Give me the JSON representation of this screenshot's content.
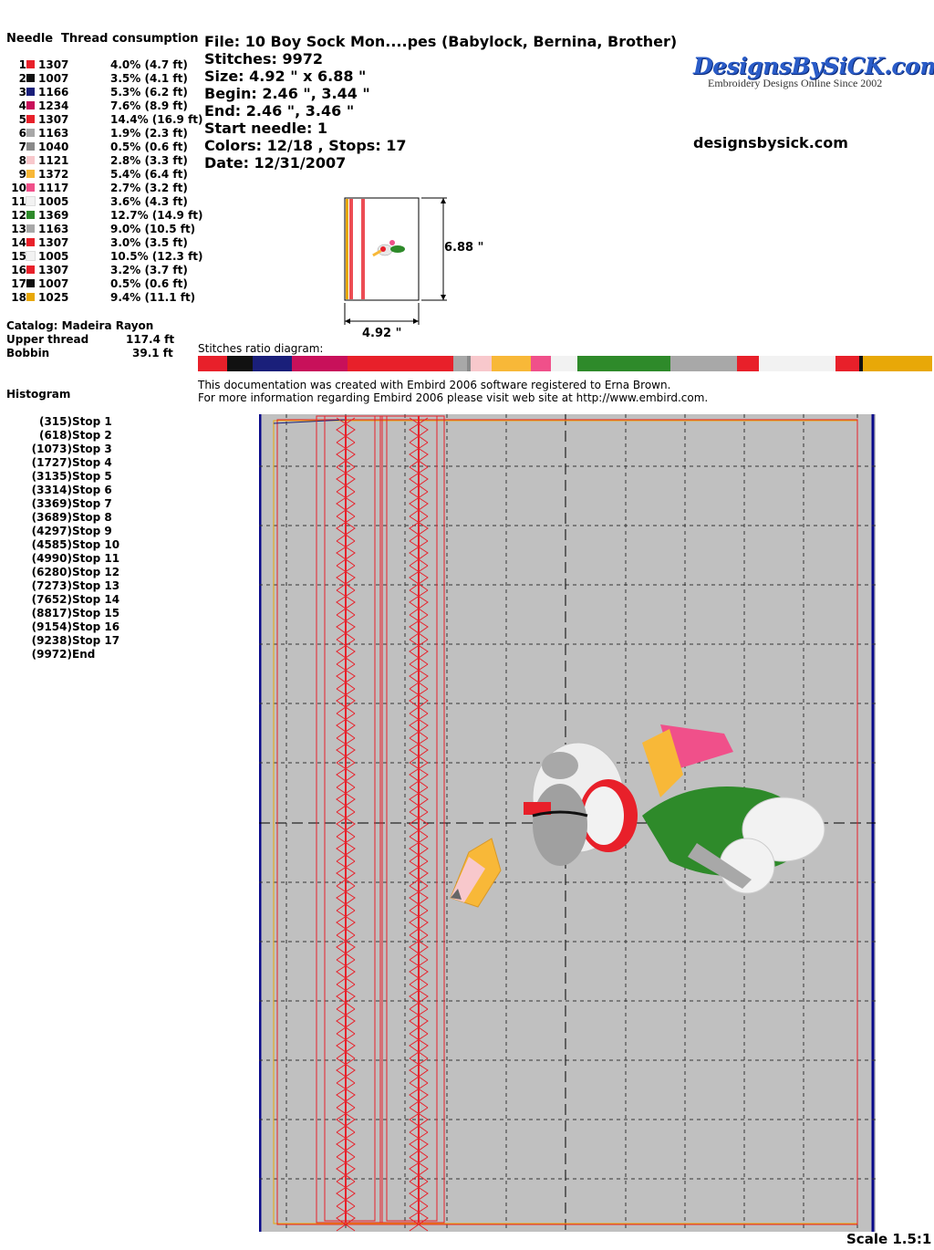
{
  "needles": {
    "header_needle": "Needle",
    "header_consumption": "Thread consumption",
    "rows": [
      {
        "n": "1",
        "color": "#e8202a",
        "code": "1307",
        "pct": "4.0% (4.7 ft)"
      },
      {
        "n": "2",
        "color": "#111111",
        "code": "1007",
        "pct": "3.5% (4.1 ft)"
      },
      {
        "n": "3",
        "color": "#1a1f7a",
        "code": "1166",
        "pct": "5.3% (6.2 ft)"
      },
      {
        "n": "4",
        "color": "#c8105a",
        "code": "1234",
        "pct": "7.6% (8.9 ft)"
      },
      {
        "n": "5",
        "color": "#e8202a",
        "code": "1307",
        "pct": "14.4% (16.9 ft)"
      },
      {
        "n": "6",
        "color": "#a8a8a8",
        "code": "1163",
        "pct": "1.9% (2.3 ft)"
      },
      {
        "n": "7",
        "color": "#8a8a8a",
        "code": "1040",
        "pct": "0.5% (0.6 ft)"
      },
      {
        "n": "8",
        "color": "#f8c8cc",
        "code": "1121",
        "pct": "2.8% (3.3 ft)"
      },
      {
        "n": "9",
        "color": "#f8b838",
        "code": "1372",
        "pct": "5.4% (6.4 ft)"
      },
      {
        "n": "10",
        "color": "#f0508a",
        "code": "1117",
        "pct": "2.7% (3.2 ft)"
      },
      {
        "n": "11",
        "color": "#f2f2f2",
        "code": "1005",
        "pct": "3.6% (4.3 ft)"
      },
      {
        "n": "12",
        "color": "#2e8a2a",
        "code": "1369",
        "pct": "12.7% (14.9 ft)"
      },
      {
        "n": "13",
        "color": "#a8a8a8",
        "code": "1163",
        "pct": "9.0% (10.5 ft)"
      },
      {
        "n": "14",
        "color": "#e8202a",
        "code": "1307",
        "pct": "3.0% (3.5 ft)"
      },
      {
        "n": "15",
        "color": "#f2f2f2",
        "code": "1005",
        "pct": "10.5% (12.3 ft)"
      },
      {
        "n": "16",
        "color": "#e8202a",
        "code": "1307",
        "pct": "3.2% (3.7 ft)"
      },
      {
        "n": "17",
        "color": "#111111",
        "code": "1007",
        "pct": "0.5% (0.6 ft)"
      },
      {
        "n": "18",
        "color": "#e8a808",
        "code": "1025",
        "pct": "9.4% (11.1 ft)"
      }
    ],
    "catalog": "Catalog: Madeira Rayon",
    "upper_label": "Upper thread",
    "upper_value": "117.4 ft",
    "bobbin_label": "Bobbin",
    "bobbin_value": "39.1 ft"
  },
  "info": {
    "file": "File: 10 Boy Sock Mon....pes  (Babylock, Bernina, Brother)",
    "stitches": "Stitches: 9972",
    "size": "Size: 4.92 \" x 6.88 \"",
    "begin": "Begin: 2.46 \", 3.44 \"",
    "end": "End: 2.46 \", 3.46 \"",
    "start_needle": "Start needle: 1",
    "colors": "Colors: 12/18 , Stops: 17",
    "date": "Date: 12/31/2007"
  },
  "logo": {
    "brand": "DesignsBySiCK.com",
    "tagline": "Embroidery Designs Online Since 2002",
    "site": "designsbysick.com"
  },
  "preview": {
    "height_label": "6.88 \"",
    "width_label": "4.92 \""
  },
  "ratio": {
    "title": "Stitches ratio diagram:",
    "segments": [
      {
        "color": "#e8202a",
        "pct": 4.0
      },
      {
        "color": "#111111",
        "pct": 3.5
      },
      {
        "color": "#1a1f7a",
        "pct": 5.3
      },
      {
        "color": "#c8105a",
        "pct": 7.6
      },
      {
        "color": "#e8202a",
        "pct": 14.4
      },
      {
        "color": "#a8a8a8",
        "pct": 1.9
      },
      {
        "color": "#8a8a8a",
        "pct": 0.5
      },
      {
        "color": "#f8c8cc",
        "pct": 2.8
      },
      {
        "color": "#f8b838",
        "pct": 5.4
      },
      {
        "color": "#f0508a",
        "pct": 2.7
      },
      {
        "color": "#f2f2f2",
        "pct": 3.6
      },
      {
        "color": "#2e8a2a",
        "pct": 12.7
      },
      {
        "color": "#a8a8a8",
        "pct": 9.0
      },
      {
        "color": "#e8202a",
        "pct": 3.0
      },
      {
        "color": "#f2f2f2",
        "pct": 10.5
      },
      {
        "color": "#e8202a",
        "pct": 3.2
      },
      {
        "color": "#111111",
        "pct": 0.5
      },
      {
        "color": "#e8a808",
        "pct": 9.4
      }
    ]
  },
  "notice": {
    "line1": "This documentation was created with Embird 2006 software registered to Erna Brown.",
    "line2": "For more information regarding Embird 2006 please visit web site at http://www.embird.com."
  },
  "histogram": {
    "title": "Histogram",
    "rows": [
      {
        "count": "(315)",
        "label": "Stop 1"
      },
      {
        "count": "(618)",
        "label": "Stop 2"
      },
      {
        "count": "(1073)",
        "label": "Stop 3"
      },
      {
        "count": "(1727)",
        "label": "Stop 4"
      },
      {
        "count": "(3135)",
        "label": "Stop 5"
      },
      {
        "count": "(3314)",
        "label": "Stop 6"
      },
      {
        "count": "(3369)",
        "label": "Stop 7"
      },
      {
        "count": "(3689)",
        "label": "Stop 8"
      },
      {
        "count": "(4297)",
        "label": "Stop 9"
      },
      {
        "count": "(4585)",
        "label": "Stop 10"
      },
      {
        "count": "(4990)",
        "label": "Stop 11"
      },
      {
        "count": "(6280)",
        "label": "Stop 12"
      },
      {
        "count": "(7273)",
        "label": "Stop 13"
      },
      {
        "count": "(7652)",
        "label": "Stop 14"
      },
      {
        "count": "(8817)",
        "label": "Stop 15"
      },
      {
        "count": "(9154)",
        "label": "Stop 16"
      },
      {
        "count": "(9238)",
        "label": "Stop 17"
      },
      {
        "count": "(9972)",
        "label": "End"
      }
    ]
  },
  "scale": "Scale 1.5:1"
}
